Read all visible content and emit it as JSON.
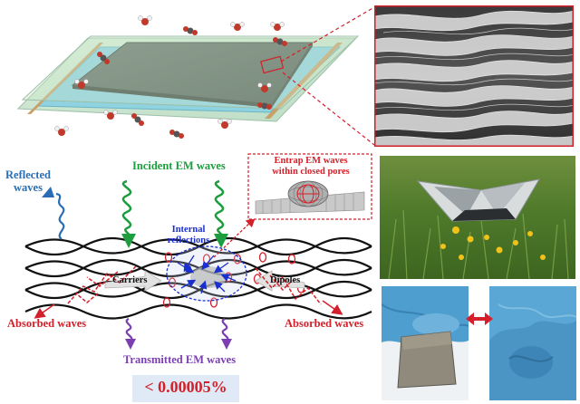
{
  "labels": {
    "reflected": [
      "Reflected",
      "waves"
    ],
    "incident": "Incident EM waves",
    "entrap": [
      "Entrap EM waves",
      "within closed pores"
    ],
    "internal": [
      "Internal",
      "reflections"
    ],
    "carriers": "Carriers",
    "dipoles": "Dipoles",
    "absorbed_left": "Absorbed waves",
    "absorbed_right": "Absorbed waves",
    "transmitted": "Transmitted EM waves",
    "percentage": "< 0.00005%"
  },
  "colors": {
    "reflected": "#2a6db5",
    "incident": "#1d9e3e",
    "entrap": "#d4202a",
    "internal": "#1a2fd0",
    "absorbed": "#d4202a",
    "transmitted": "#7b3fb2",
    "percent_bg": "#dfeaf6",
    "film": "#55625a",
    "bottom_plate": "#c9e3d1",
    "sem_border": "#d4202a"
  },
  "icons": {
    "double_arrow": "red-double-arrow-icon",
    "water_molecule": "water-molecule-icon",
    "co2_molecule": "co2-molecule-icon"
  }
}
